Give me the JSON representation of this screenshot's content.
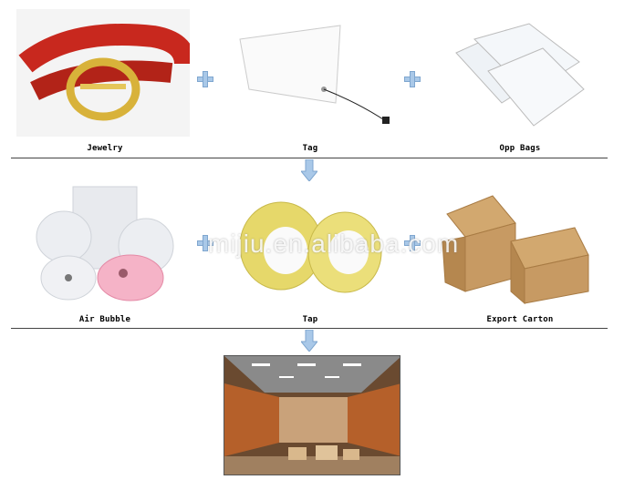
{
  "items": {
    "jewelry": "Jewelry",
    "tag": "Tag",
    "opp_bags": "Opp Bags",
    "air_bubble": "Air Bubble",
    "tap": "Tap",
    "export_carton": "Export Carton"
  },
  "watermark": "mijiu.en.alibaba.com",
  "colors": {
    "connector_fill": "#a9c8e8",
    "connector_stroke": "#7fa6cf",
    "belt_red": "#c8281e",
    "carton_brown": "#c79a63",
    "tape_yellow": "#e6d86a",
    "warehouse_orange": "#b5602a"
  },
  "icons": [
    "plus-icon",
    "down-arrow-icon"
  ]
}
